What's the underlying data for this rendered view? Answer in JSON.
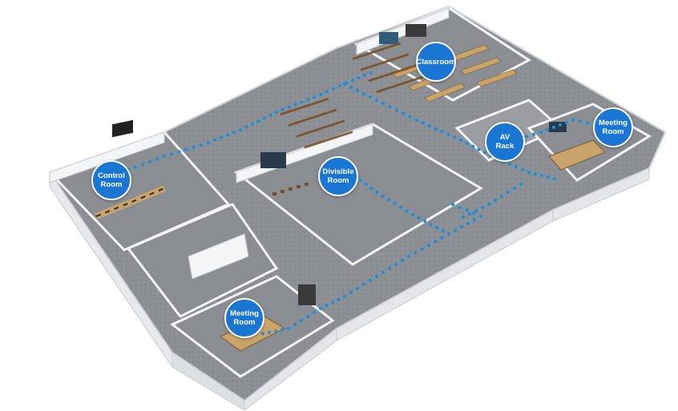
{
  "colors": {
    "label_fill": "#1976d2",
    "connection_dots": "#1a8fe0",
    "floor_carpet": "#8c8f93",
    "wall": "#f2f3f5",
    "desk_wood": "#c9a36a"
  },
  "rooms": [
    {
      "key": "control",
      "line1": "Control",
      "line2": "Room"
    },
    {
      "key": "classroom",
      "line1": "Classroom",
      "line2": ""
    },
    {
      "key": "divisible",
      "line1": "Divisible",
      "line2": "Room"
    },
    {
      "key": "av",
      "line1": "AV",
      "line2": "Rack"
    },
    {
      "key": "meeting_right",
      "line1": "Meeting",
      "line2": "Room"
    },
    {
      "key": "meeting_bottom",
      "line1": "Meeting",
      "line2": "Room"
    }
  ]
}
